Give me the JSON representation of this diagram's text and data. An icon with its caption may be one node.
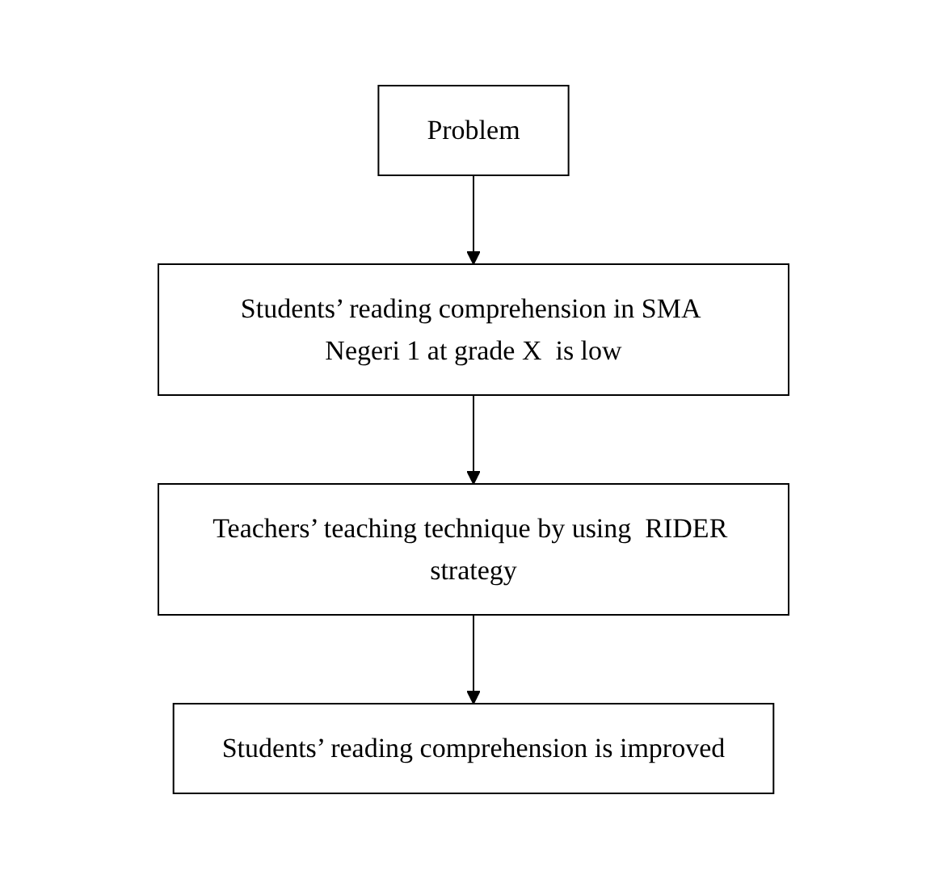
{
  "diagram": {
    "nodes": [
      {
        "text": [
          "Problem"
        ]
      },
      {
        "text": [
          "Students’ reading comprehension in SMA Negeri 1 at grade X  is low"
        ]
      },
      {
        "text": [
          "Teachers’ teaching technique by using  RIDER strategy"
        ]
      },
      {
        "text": [
          "Students’ reading comprehension is improved"
        ]
      }
    ],
    "edges": [
      {
        "from": 0,
        "to": 1,
        "arrow": "to"
      },
      {
        "from": 1,
        "to": 2,
        "arrow": "to"
      },
      {
        "from": 2,
        "to": 3,
        "arrow": "to"
      }
    ]
  }
}
